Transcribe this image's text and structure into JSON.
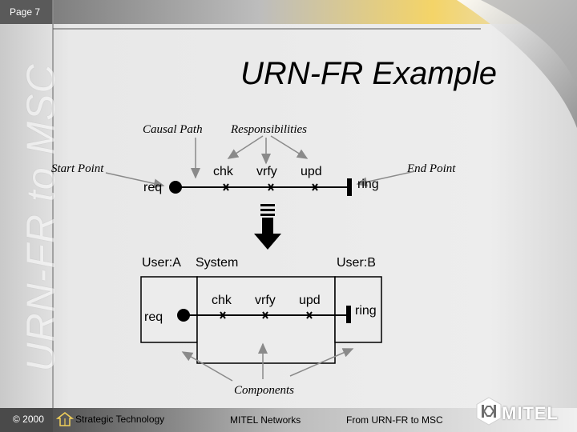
{
  "header": {
    "page_label": "Page 7"
  },
  "side_title": "URN-FR to MSC",
  "title": "URN-FR Example",
  "labels": {
    "causal_path": "Causal Path",
    "responsibilities": "Responsibilities",
    "start_point": "Start Point",
    "end_point": "End Point",
    "components": "Components"
  },
  "urn_map": {
    "start": "req",
    "responsibilities": [
      "chk",
      "vrfy",
      "upd"
    ],
    "end": "ring"
  },
  "msc": {
    "component_a": "User:A",
    "component_system": "System",
    "component_b": "User:B",
    "start": "req",
    "responsibilities": [
      "chk",
      "vrfy",
      "upd"
    ],
    "end": "ring"
  },
  "footer": {
    "copyright": "© 2000",
    "left_text": "Strategic Technology",
    "center_text": "MITEL Networks",
    "right_text": "From URN-FR to MSC",
    "logo_text": "MITEL"
  },
  "colors": {
    "background": "#e3e3e3",
    "header_band": "#8a8a8a",
    "accent": "#f3d25a",
    "footer_band": "#4a4a4a"
  }
}
